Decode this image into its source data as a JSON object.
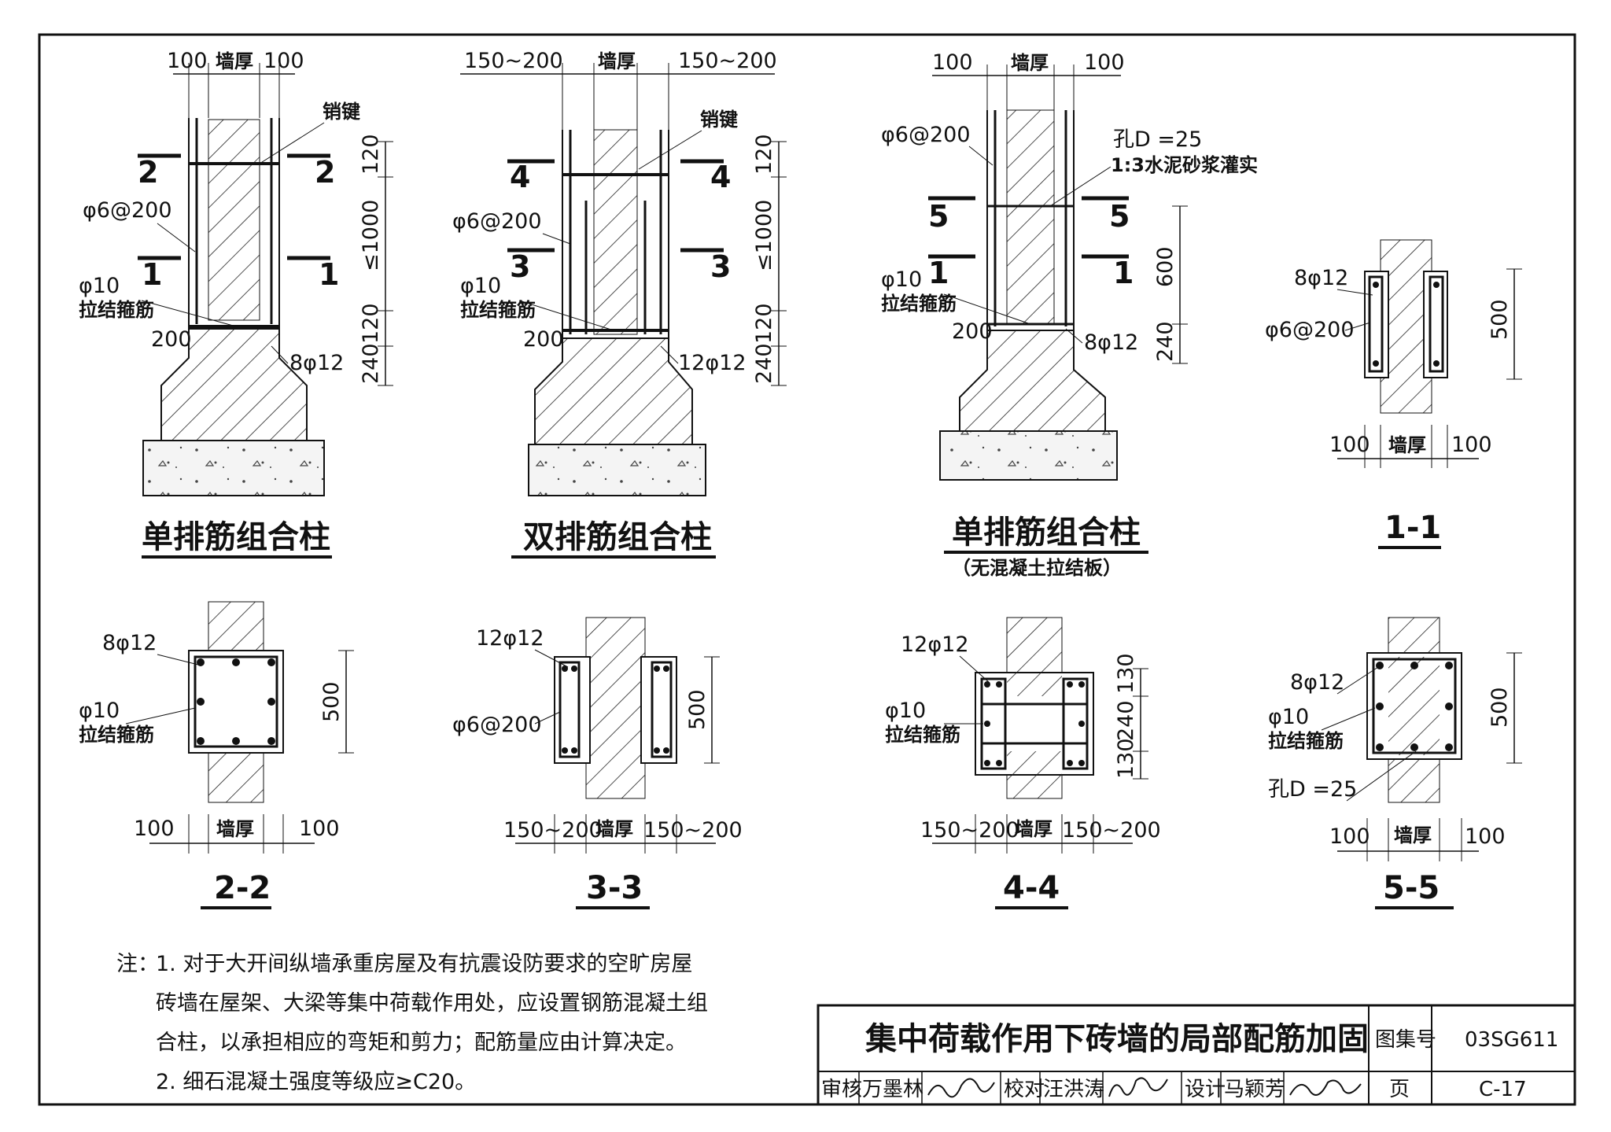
{
  "title_block": {
    "drawing_title": "集中荷载作用下砖墙的局部配筋加固",
    "atlas_label": "图集号",
    "atlas_no": "03SG611",
    "page_label": "页",
    "page_no": "C-17",
    "review_label": "审核",
    "reviewer": "万墨林",
    "check_label": "校对",
    "checker": "汪洪涛",
    "design_label": "设计",
    "designer": "马颖芳"
  },
  "notes": {
    "prefix": "注：",
    "n1_l1": "1. 对于大开间纵墙承重房屋及有抗震设防要求的空旷房屋",
    "n1_l2": "砖墙在屋架、大梁等集中荷载作用处，应设置钢筋混凝土组",
    "n1_l3": "合柱，以承担相应的弯矩和剪力；配筋量应由计算决定。",
    "n2": "2. 细石混凝土强度等级应≥C20。"
  },
  "elev1": {
    "title": "单排筋组合柱",
    "d100a": "100",
    "wall": "墙厚",
    "d100b": "100",
    "key": "销键",
    "cut2": "2",
    "cut1": "1",
    "stirrup": "φ6@200",
    "tie": "φ10",
    "tie_cn": "拉结箍筋",
    "d200": "200",
    "bars": "8φ12",
    "d120a": "120",
    "dmax": "≤1000",
    "d120b": "120",
    "d240": "240"
  },
  "elev2": {
    "title": "双排筋组合柱",
    "d150a": "150~200",
    "wall": "墙厚",
    "d150b": "150~200",
    "key": "销键",
    "cut4": "4",
    "cut3": "3",
    "stirrup": "φ6@200",
    "tie": "φ10",
    "tie_cn": "拉结箍筋",
    "d200": "200",
    "bars": "12φ12",
    "d120a": "120",
    "dmax": "≤1000",
    "d120b": "120",
    "d240": "240"
  },
  "elev3": {
    "title": "单排筋组合柱",
    "subtitle": "（无混凝土拉结板）",
    "d100a": "100",
    "wall": "墙厚",
    "d100b": "100",
    "stirrup": "φ6@200",
    "hole": "孔D =25",
    "grout": "1:3水泥砂浆灌实",
    "cut5": "5",
    "cut1": "1",
    "tie": "φ10",
    "tie_cn": "拉结箍筋",
    "d200": "200",
    "bars": "8φ12",
    "d600": "600",
    "d240": "240"
  },
  "sec11": {
    "title": "1-1",
    "bars": "8φ12",
    "stirrup": "φ6@200",
    "d500": "500",
    "d100a": "100",
    "wall": "墙厚",
    "d100b": "100"
  },
  "sec22": {
    "title": "2-2",
    "bars": "8φ12",
    "tie": "φ10",
    "tie_cn": "拉结箍筋",
    "d500": "500",
    "d100a": "100",
    "wall": "墙厚",
    "d100b": "100"
  },
  "sec33": {
    "title": "3-3",
    "bars": "12φ12",
    "stirrup": "φ6@200",
    "d500": "500",
    "d150a": "150~200",
    "wall": "墙厚",
    "d150b": "150~200"
  },
  "sec44": {
    "title": "4-4",
    "bars": "12φ12",
    "tie": "φ10",
    "tie_cn": "拉结箍筋",
    "d130a": "130",
    "d240": "240",
    "d130b": "130",
    "d150a": "150~200",
    "wall": "墙厚",
    "d150b": "150~200"
  },
  "sec55": {
    "title": "5-5",
    "bars": "8φ12",
    "tie": "φ10",
    "tie_cn": "拉结箍筋",
    "hole": "孔D =25",
    "d500": "500",
    "d100a": "100",
    "wall": "墙厚",
    "d100b": "100"
  }
}
